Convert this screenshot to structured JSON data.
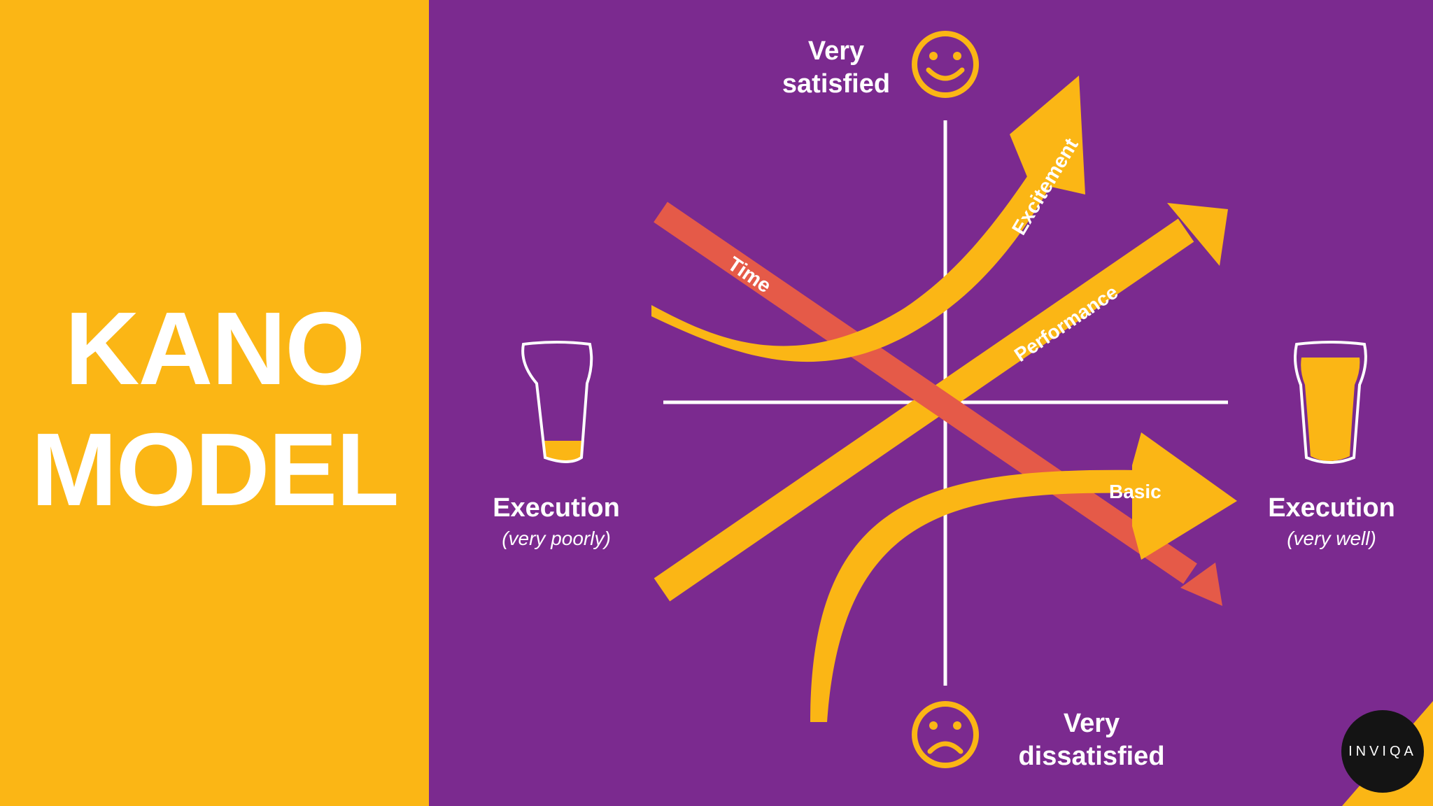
{
  "title": {
    "line1": "KANO",
    "line2": "MODEL"
  },
  "axis": {
    "top_line1": "Very",
    "top_line2": "satisfied",
    "bottom_line1": "Very",
    "bottom_line2": "dissatisfied",
    "left_title": "Execution",
    "left_sub": "(very poorly)",
    "right_title": "Execution",
    "right_sub": "(very well)"
  },
  "curves": {
    "excitement": "Excitement",
    "performance": "Performance",
    "basic": "Basic",
    "time": "Time"
  },
  "logo": "INVIQA",
  "colors": {
    "background_purple": "#7b2a8f",
    "panel_yellow": "#fbb615",
    "arrow_yellow": "#fbb615",
    "time_red": "#e55a48",
    "text": "#ffffff"
  },
  "icons": {
    "top": "smiley-face-icon",
    "bottom": "sad-face-icon",
    "left": "almost-empty-glass-icon",
    "right": "full-glass-icon"
  }
}
